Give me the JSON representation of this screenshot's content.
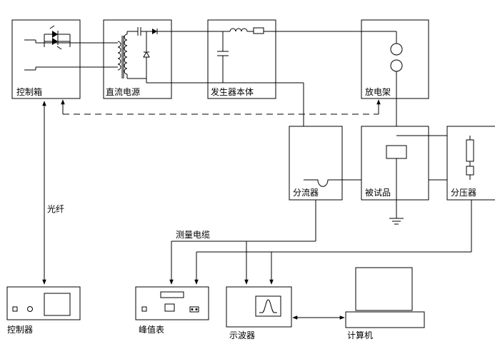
{
  "blocks": {
    "control_box": "控制箱",
    "dc_supply": "直流电源",
    "generator_body": "发生器本体",
    "discharge_frame": "放电架",
    "shunt": "分流器",
    "test_object": "被试品",
    "voltage_divider": "分压器",
    "controller": "控制器",
    "peak_meter": "峰值表",
    "oscilloscope": "示波器",
    "computer": "计算机"
  },
  "links": {
    "optical_fiber": "光纤",
    "measurement_cable": "测量电缆"
  }
}
